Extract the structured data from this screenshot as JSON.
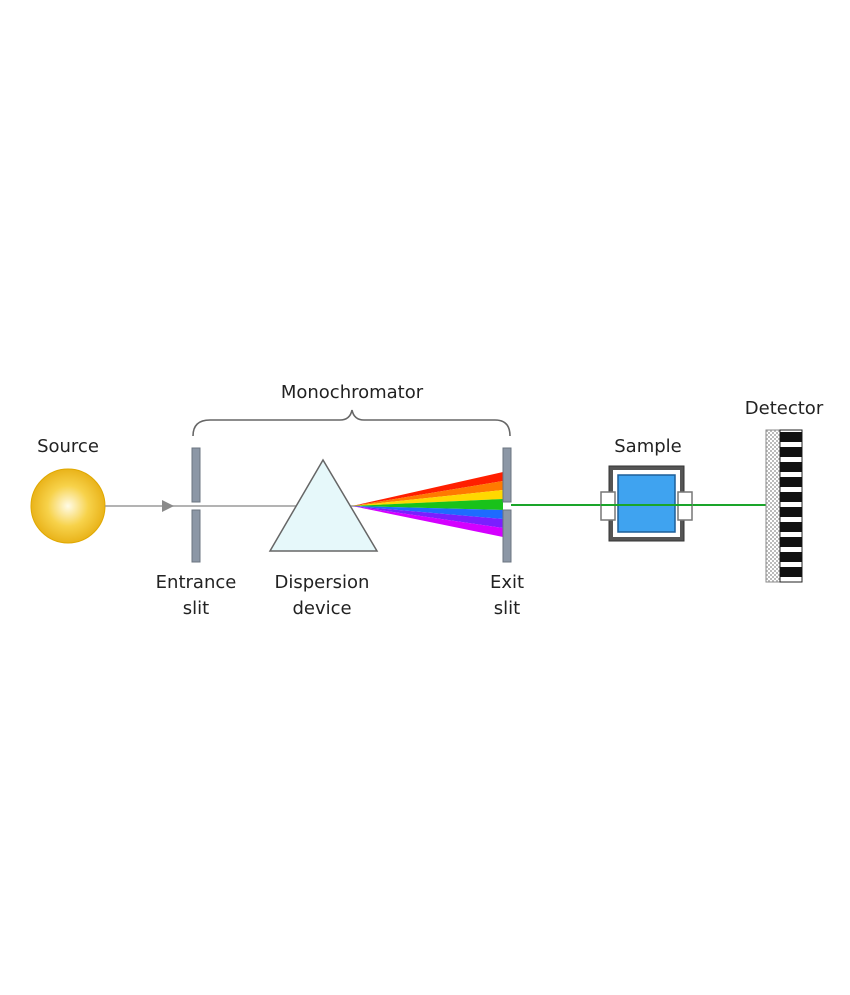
{
  "labels": {
    "monochromator": "Monochromator",
    "source": "Source",
    "entrance_line1": "Entrance",
    "entrance_line2": "slit",
    "dispersion_line1": "Dispersion",
    "dispersion_line2": "device",
    "exit_line1": "Exit",
    "exit_line2": "slit",
    "sample": "Sample",
    "detector": "Detector"
  },
  "colors": {
    "beam": "#9a9a9a",
    "selected_beam": "#1aa52a",
    "source_glow": "#fff6c8",
    "source_edge": "#e0a800",
    "prism_fill": "#e6f8fa",
    "slit": "#8c97a6",
    "sample_cell": "#3fa3f0",
    "spectrum": [
      "#ff1f00",
      "#ff7a00",
      "#ffd800",
      "#19c21a",
      "#1e6bff",
      "#7a1fff",
      "#d400ff"
    ]
  },
  "icons": {
    "source": "light-source-bulb",
    "prism": "prism-triangle",
    "detector": "detector-array"
  }
}
